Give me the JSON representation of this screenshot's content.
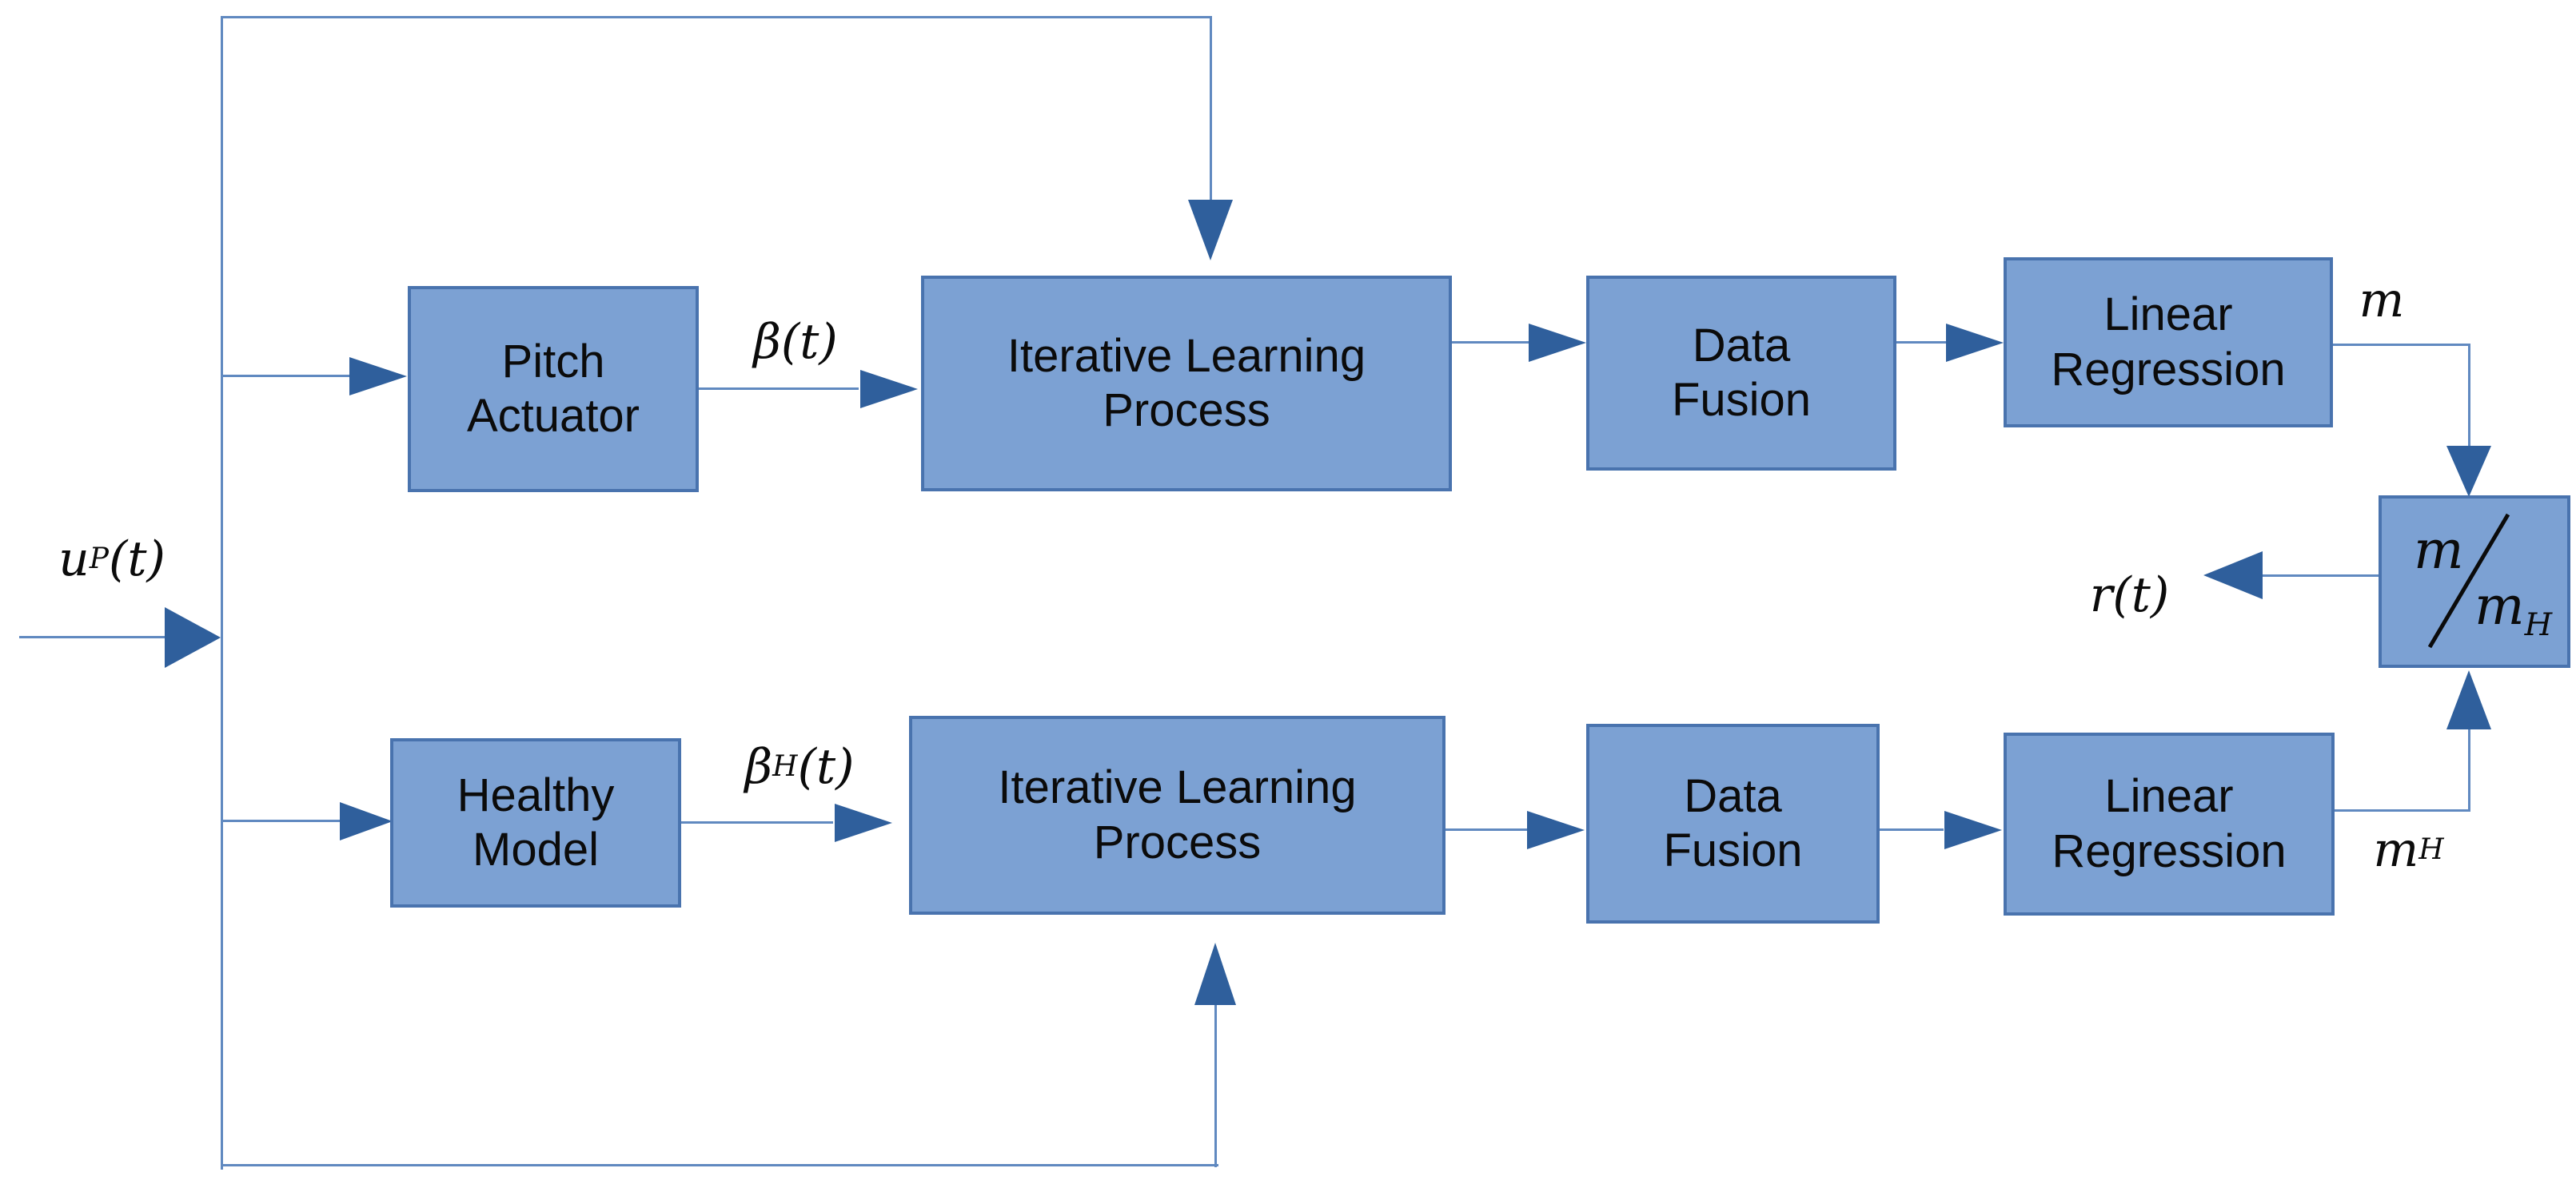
{
  "diagram": {
    "colors": {
      "background": "#ffffff",
      "block_fill": "#7ca1d3",
      "block_border": "#4973ae",
      "line": "#6089c0",
      "arrow": "#2f5f9c",
      "text": "#0b0b0b"
    },
    "blocks": {
      "pitch_actuator": "Pitch Actuator",
      "ilp_top": "Iterative Learning Process",
      "data_fusion_top": "Data Fusion",
      "linear_regression_top": "Linear Regression",
      "healthy_model": "Healthy Model",
      "ilp_bottom": "Iterative Learning Process",
      "data_fusion_bottom": "Data Fusion",
      "linear_regression_bottom": "Linear Regression"
    },
    "ratio_block": {
      "numerator": "m",
      "denominator_base": "m",
      "denominator_sub": "H"
    },
    "signals": {
      "input": {
        "base": "u",
        "sub": "P",
        "args": "(t)"
      },
      "pitch_angle": {
        "base": "β",
        "sub": "",
        "args": "(t)"
      },
      "pitch_angle_healthy": {
        "base": "β",
        "sub": "H",
        "args": "(t)"
      },
      "slope": {
        "base": "m",
        "sub": "",
        "args": ""
      },
      "slope_healthy": {
        "base": "m",
        "sub": "H",
        "args": ""
      },
      "output": {
        "base": "r",
        "sub": "",
        "args": "(t)"
      }
    }
  }
}
